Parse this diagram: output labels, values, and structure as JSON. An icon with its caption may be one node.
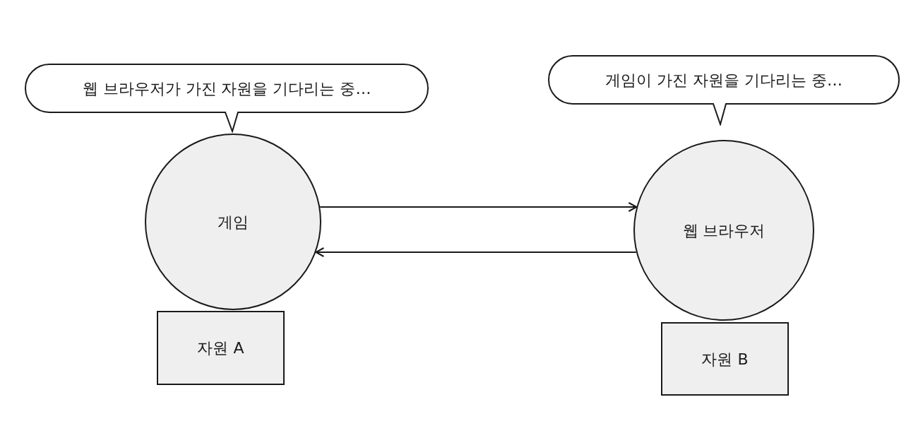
{
  "diagram": {
    "nodes": [
      {
        "text": [
          "웹 브라우저가 가진 자원을 기다리는 중…"
        ]
      },
      {
        "text": [
          "게임이 가진 자원을 기다리는 중…"
        ]
      },
      {
        "text": [
          "게임"
        ]
      },
      {
        "text": [
          "자원 A"
        ]
      },
      {
        "text": [
          "웹 브라우저"
        ]
      },
      {
        "text": [
          "자원 B"
        ]
      }
    ],
    "edges": [
      {
        "from": 2,
        "to": 4,
        "arrow": "to"
      },
      {
        "from": 4,
        "to": 2,
        "arrow": "to"
      }
    ]
  }
}
